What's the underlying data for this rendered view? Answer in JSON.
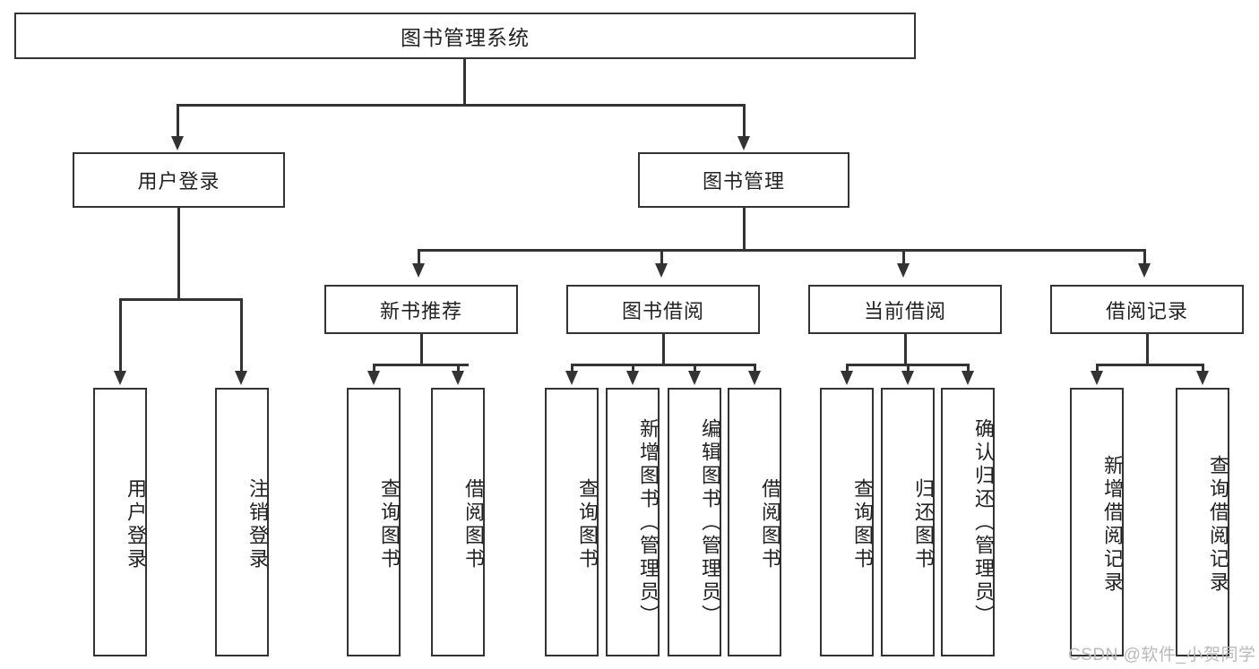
{
  "diagram": {
    "title": "图书管理系统",
    "type": "tree-hierarchy",
    "theme": {
      "line": "#333333",
      "box_fill": "#ffffff",
      "text": "#222222",
      "background": "#ffffff",
      "watermark": "#b9b9b9"
    },
    "levels": {
      "root": {
        "label": "图书管理系统"
      },
      "level2": [
        {
          "label": "用户登录"
        },
        {
          "label": "图书管理"
        }
      ],
      "level3": [
        {
          "label": "新书推荐"
        },
        {
          "label": "图书借阅"
        },
        {
          "label": "当前借阅"
        },
        {
          "label": "借阅记录"
        }
      ],
      "leaves": {
        "user_login": [
          {
            "label": "用户登录"
          },
          {
            "label": "注销登录"
          }
        ],
        "new_book_recommend": [
          {
            "label": "查询图书"
          },
          {
            "label": "借阅图书"
          }
        ],
        "book_borrow": [
          {
            "label": "查询图书"
          },
          {
            "label": "新增图书（管理员）"
          },
          {
            "label": "编辑图书（管理员）"
          },
          {
            "label": "借阅图书"
          }
        ],
        "current_borrow": [
          {
            "label": "查询图书"
          },
          {
            "label": "归还图书"
          },
          {
            "label": "确认归还（管理员）"
          }
        ],
        "borrow_record": [
          {
            "label": "新增借阅记录"
          },
          {
            "label": "查询借阅记录"
          }
        ]
      }
    }
  },
  "watermark": {
    "text": "CSDN @软件_小贺同学"
  }
}
